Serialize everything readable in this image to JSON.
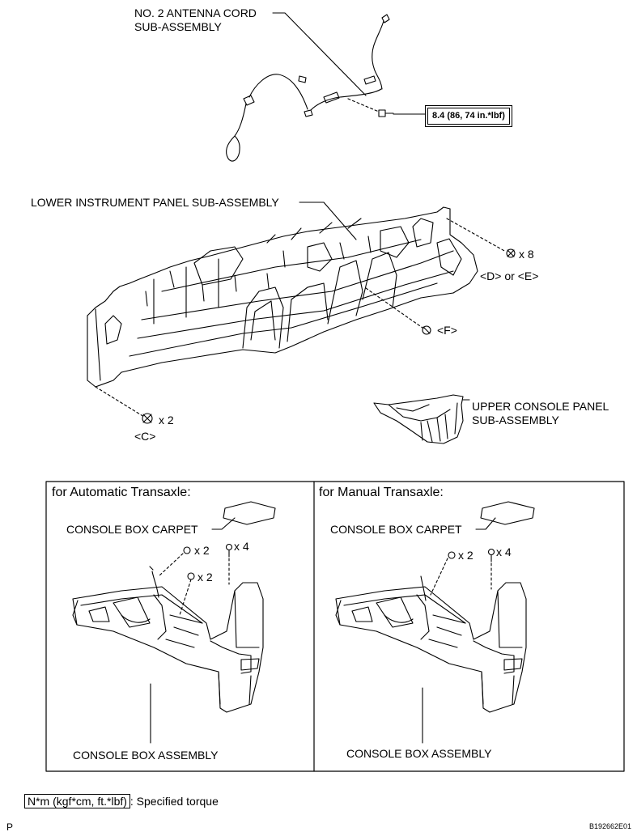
{
  "top": {
    "antenna_label_line1": "NO. 2 ANTENNA CORD",
    "antenna_label_line2": "SUB-ASSEMBLY",
    "torque_value": "8.4 (86, 74 in.*lbf)",
    "lower_panel_label": "LOWER INSTRUMENT PANEL SUB-ASSEMBLY",
    "bolt_d_qty": "x 8",
    "bolt_d_ref": "<D> or <E>",
    "bolt_f_ref": "<F>",
    "bolt_c_qty": "x 2",
    "bolt_c_ref": "<C>",
    "upper_console_line1": "UPPER CONSOLE PANEL",
    "upper_console_line2": "SUB-ASSEMBLY"
  },
  "panels": {
    "automatic": {
      "title": "for Automatic Transaxle:",
      "carpet_label": "CONSOLE BOX CARPET",
      "clip_qty_a": "x 2",
      "screw_qty": "x 4",
      "clip_qty_b": "x 2",
      "assembly_label": "CONSOLE BOX ASSEMBLY"
    },
    "manual": {
      "title": "for Manual Transaxle:",
      "carpet_label": "CONSOLE BOX CARPET",
      "clip_qty": "x 2",
      "screw_qty": "x 4",
      "assembly_label": "CONSOLE BOX ASSEMBLY"
    }
  },
  "legend": {
    "unit_box": "N*m (kgf*cm, ft.*lbf)",
    "text": ": Specified torque"
  },
  "footer": {
    "left_mark": "P",
    "code": "B192662E01"
  }
}
